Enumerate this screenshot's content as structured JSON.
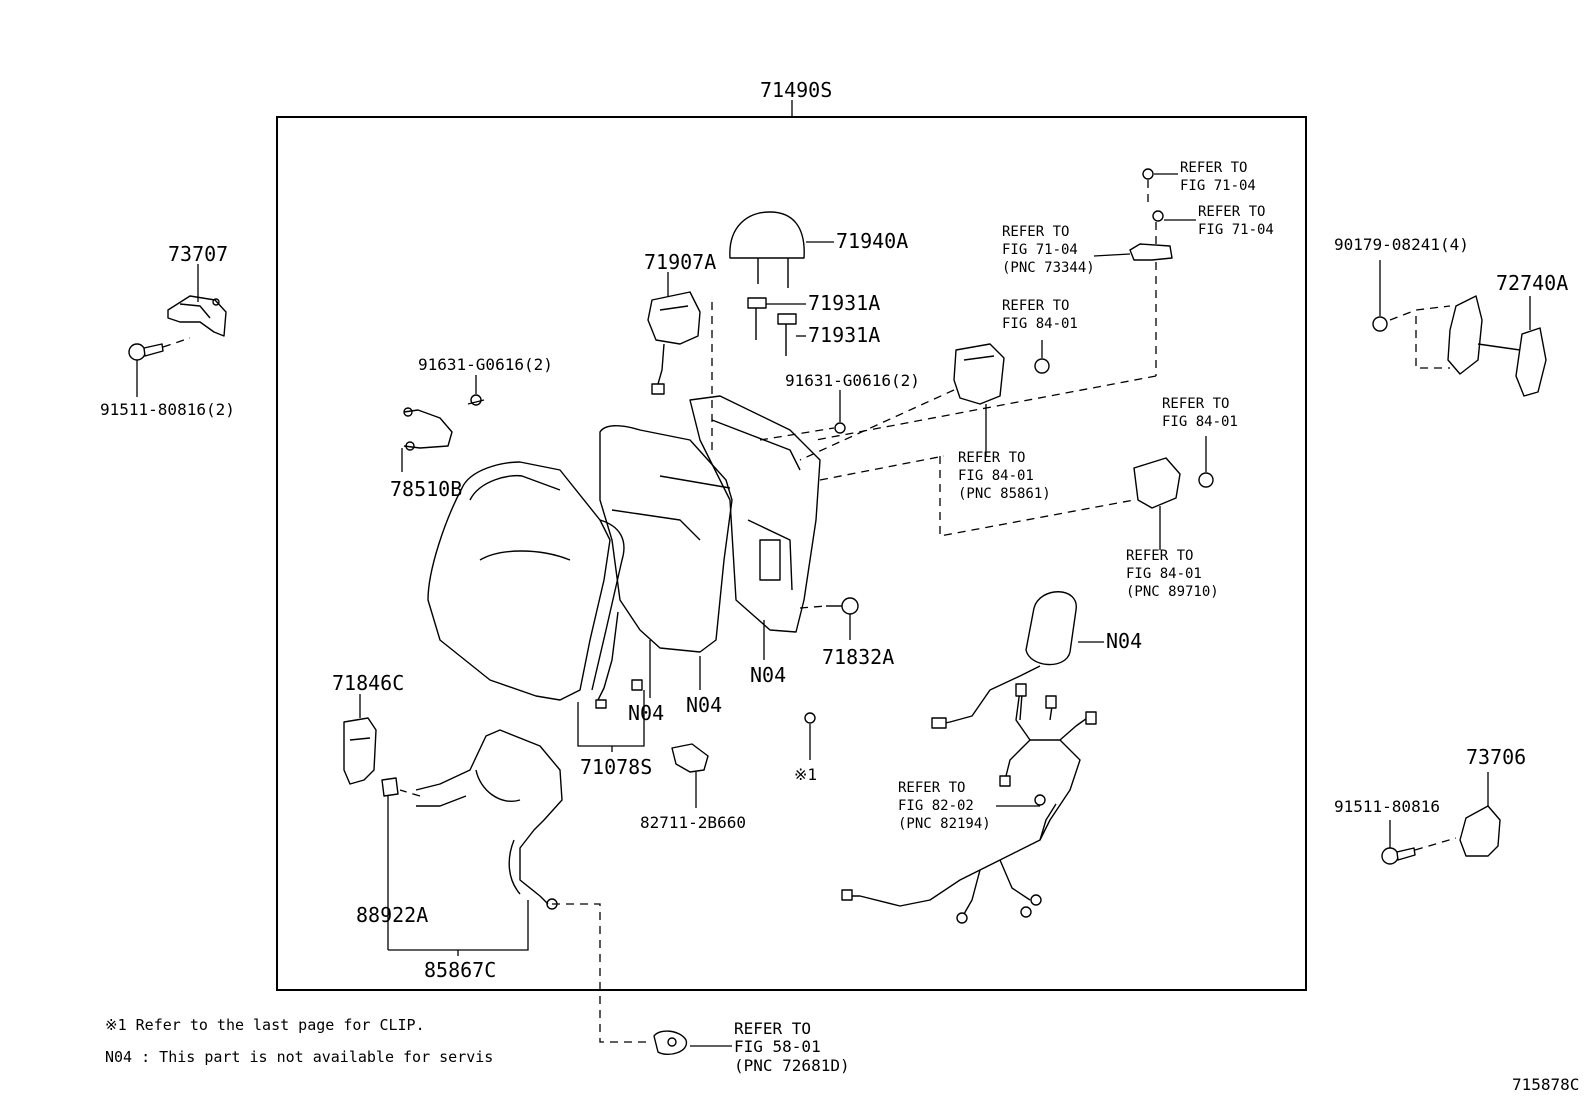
{
  "assembly_label": "71490S",
  "callouts": {
    "c73707": "73707",
    "c91511_80816_2": "91511-80816(2)",
    "c91631_left": "91631-G0616(2)",
    "c78510B": "78510B",
    "c71907A": "71907A",
    "c71940A": "71940A",
    "c71931A_1": "71931A",
    "c71931A_2": "71931A",
    "c91631_right": "91631-G0616(2)",
    "c71846C": "71846C",
    "c88922A": "88922A",
    "c85867C": "85867C",
    "c71078S": "71078S",
    "c82711": "82711-2B660",
    "c71832A": "71832A",
    "cN04_a": "N04",
    "cN04_b": "N04",
    "cN04_c": "N04",
    "cN04_d": "N04",
    "c_clip_mark": "※1",
    "c90179": "90179-08241(4)",
    "c72740A": "72740A",
    "c73706": "73706",
    "c91511_80816": "91511-80816"
  },
  "refers": {
    "r1_l1": "REFER TO",
    "r1_l2": "FIG 71-04",
    "r2_l1": "REFER TO",
    "r2_l2": "FIG 71-04",
    "r3_l1": "REFER TO",
    "r3_l2": "FIG 71-04",
    "r3_l3": "(PNC 73344)",
    "r4_l1": "REFER TO",
    "r4_l2": "FIG 84-01",
    "r5_l1": "REFER TO",
    "r5_l2": "FIG 84-01",
    "r5_l3": "(PNC 85861)",
    "r6_l1": "REFER TO",
    "r6_l2": "FIG 84-01",
    "r7_l1": "REFER TO",
    "r7_l2": "FIG 84-01",
    "r7_l3": "(PNC 89710)",
    "r8_l1": "REFER TO",
    "r8_l2": "FIG 82-02",
    "r8_l3": "(PNC 82194)",
    "r9_l1": "REFER TO",
    "r9_l2": "FIG 58-01",
    "r9_l3": "(PNC 72681D)"
  },
  "notes": {
    "note1": "※1 Refer to the last page for CLIP.",
    "note2": "N04 : This part is not available for servis"
  },
  "figure_id": "715878C"
}
